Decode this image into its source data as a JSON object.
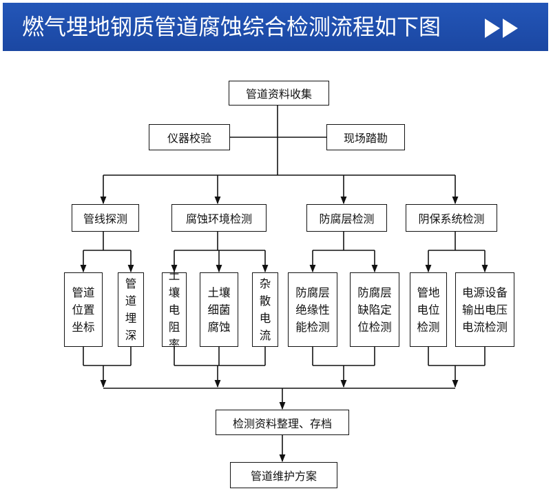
{
  "header": {
    "title": "燃气埋地钢质管道腐蚀综合检测流程如下图",
    "arrows_icon": "double-chevron-right-icon",
    "bg_color": "#1f4fad"
  },
  "flow": {
    "start": "管道资料收集",
    "prep_left": "仪器校验",
    "prep_right": "现场踏勘",
    "categories": [
      {
        "label": "管线探测",
        "items": [
          "管道位置坐标",
          "管道埋深"
        ]
      },
      {
        "label": "腐蚀环境检测",
        "items": [
          "土壤电阻率",
          "土壤细菌腐蚀",
          "杂散电流"
        ]
      },
      {
        "label": "防腐层检测",
        "items": [
          "防腐层绝缘性能检测",
          "防腐层缺陷定位检测"
        ]
      },
      {
        "label": "阴保系统检测",
        "items": [
          "管地电位检测",
          "电源设备输出电压电流检测"
        ]
      }
    ],
    "collect": "检测资料整理、存档",
    "final": "管道维护方案"
  }
}
